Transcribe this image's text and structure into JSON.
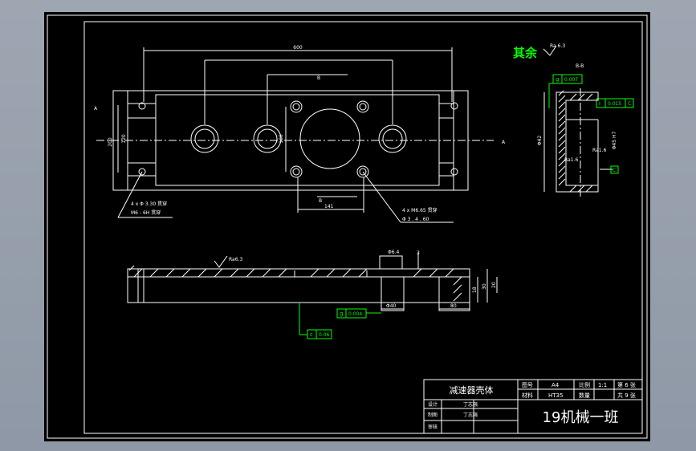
{
  "drawing": {
    "roughness_other": "其余",
    "roughness_other_value": "Ra 6.3",
    "section_label": "B-B",
    "top_view": {
      "dim_overall_width": "600",
      "dim_hole_offset": "B",
      "dim_height": "200",
      "dim_left_offset": "A",
      "dim_right_offset": "A",
      "dim_inner": "120",
      "dim_small": "180",
      "dim_bottom": "141",
      "dim_bottom_arrow": "B",
      "note_left_1": "4 x Φ 3.30 贯穿",
      "note_left_2": "M6 - 6H 贯穿",
      "note_right_1": "4 x M6.65 贯穿",
      "note_right_2": "Φ 3 . 4 . 60"
    },
    "front_view": {
      "roughness": "Ra6.3",
      "dim_right_1": "3",
      "dim_right_2": "18",
      "dim_right_3": "30",
      "dim_right_4": "20",
      "dim_bottom_1": "Φ40",
      "dim_bottom_2": "80",
      "dim_top": "Φ6.4"
    },
    "tolerances": {
      "flatness": "0.007",
      "flatness_symbol": "g",
      "perpendicular": "0.015",
      "perpendicular_symbol": "i",
      "perpendicular_datum": "C",
      "parallel": "0.004",
      "parallel_symbol": "g",
      "position": "0.06",
      "position_symbol": "c",
      "datum_right": "C"
    },
    "section_view": {
      "dim_left": "Φ42",
      "dim_mid": "Ra1.6",
      "dim_right": "Ra1.6",
      "vertical_text": "Φ45 H7"
    }
  },
  "title_block": {
    "part_name": "减速器壳体",
    "scale_label": "图号",
    "scale_value": "A4",
    "ratio_label": "比例",
    "ratio_value": "1:1",
    "sheet_label": "第 6 张",
    "material_label": "材料",
    "material_value": "HT35",
    "quantity_label": "数量",
    "total_label": "共 9 张",
    "designer_label": "设计",
    "designer_name": "丁志强",
    "checker_label": "制图",
    "checker_name": "丁志强",
    "reviewer_label": "审核",
    "class_name": "19机械一班"
  }
}
